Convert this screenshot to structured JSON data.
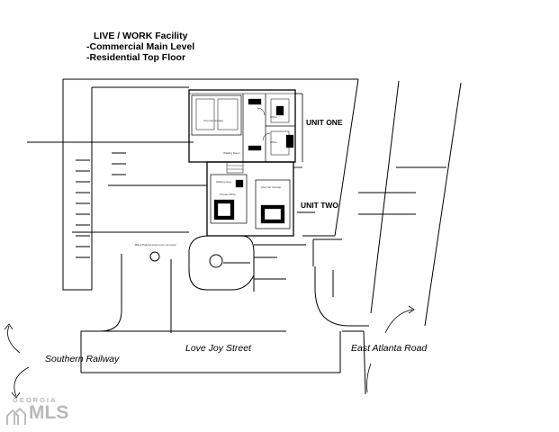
{
  "title": {
    "line1": "LIVE / WORK Facility",
    "line2": "-Commercial Main Level",
    "line3": "-Residential Top Floor"
  },
  "units": {
    "one": "UNIT ONE",
    "two": "UNIT TWO"
  },
  "streets": {
    "railway": "Southern Railway",
    "love_joy": "Love Joy Street",
    "east_atlanta": "East Atlanta Road"
  },
  "watermark": {
    "top": "GEORGIA",
    "main": "MLS"
  }
}
